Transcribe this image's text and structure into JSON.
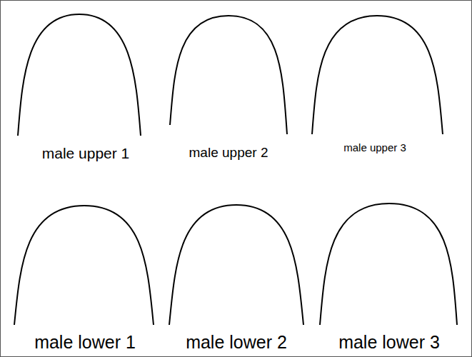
{
  "diagram": {
    "labels": [
      "male upper 1",
      "male upper 2",
      "male upper 3",
      "male lower 1",
      "male lower 2",
      "male lower 3"
    ]
  }
}
